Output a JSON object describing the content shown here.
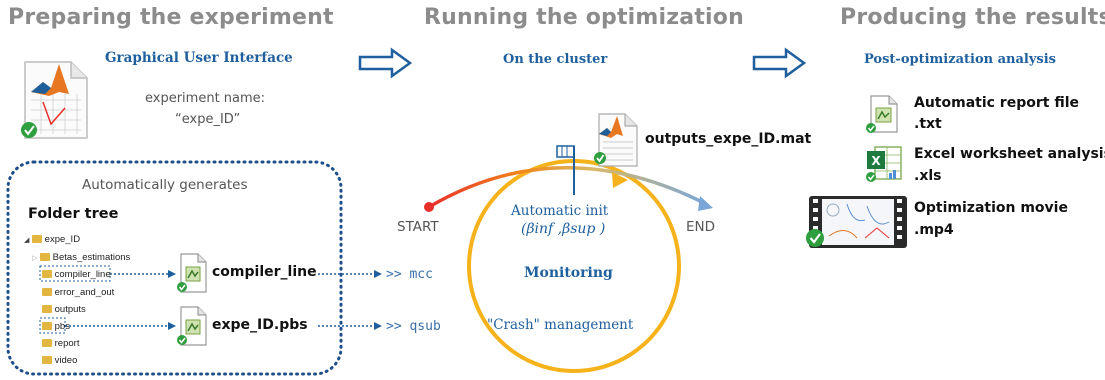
{
  "phases": {
    "preparing": "Preparing the experiment",
    "running": "Running the optimization",
    "producing": "Producing the results"
  },
  "prepare": {
    "gui_title": "Graphical User Interface",
    "experiment_name_label": "experiment name:",
    "experiment_name_value": "“expe_ID”",
    "auto_generates": "Automatically generates",
    "folder_tree_title": "Folder tree",
    "tree_items": [
      "expe_ID",
      "Betas_estimations",
      "compiler_line",
      "error_and_out",
      "outputs",
      "pbs",
      "report",
      "video"
    ],
    "compiler_file": "compiler_line",
    "pbs_file": "expe_ID.pbs"
  },
  "run": {
    "cluster_title": "On the cluster",
    "outputs_file": "outputs_expe_ID.mat",
    "start": "START",
    "end": "END",
    "auto_init": "Automatic init",
    "auto_init_formula": "(βinf ,βsup )",
    "monitoring": "Monitoring",
    "crash": "\"Crash\" management",
    "cmd_mcc": ">> mcc",
    "cmd_qsub": ">> qsub"
  },
  "results": {
    "title": "Post-optimization analysis",
    "report_label": "Automatic report file",
    "report_ext": ".txt",
    "excel_label": "Excel worksheet analysis",
    "excel_ext": ".xls",
    "movie_label": "Optimization movie",
    "movie_ext": ".mp4"
  },
  "colors": {
    "phase_gray": "#8c8c8c",
    "accent_blue": "#1f5f9e",
    "circle_orange": "#f5b21b",
    "start_red": "#e8302a",
    "end_blue": "#5b8fd0"
  }
}
